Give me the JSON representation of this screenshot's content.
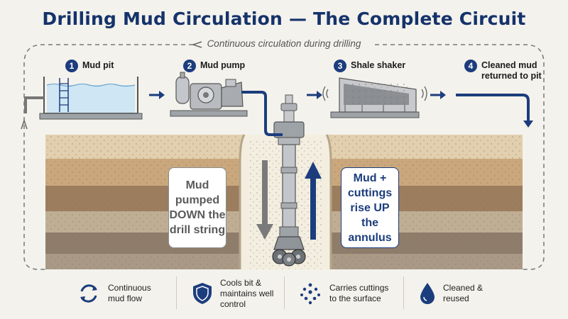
{
  "title": "Drilling Mud Circulation — The Complete Circuit",
  "subtitle": "Continuous circulation during drilling",
  "steps": [
    {
      "number": "1",
      "label": "Mud pit"
    },
    {
      "number": "2",
      "label": "Mud pump"
    },
    {
      "number": "3",
      "label": "Shale shaker"
    },
    {
      "number": "4",
      "label": "Cleaned mud returned to pit"
    }
  ],
  "callouts": {
    "down": "Mud pumped DOWN the drill string",
    "up": "Mud + cuttings rise UP the annulus"
  },
  "features": [
    {
      "icon": "circular-arrows-icon",
      "label": "Continuous mud flow"
    },
    {
      "icon": "shield-icon",
      "label": "Cools bit & maintains well control"
    },
    {
      "icon": "dots-icon",
      "label": "Carries cuttings to the surface"
    },
    {
      "icon": "droplet-icon",
      "label": "Cleaned & reused"
    }
  ],
  "colors": {
    "primary": "#1c3d7d",
    "mud_grey": "#7a7a7a",
    "fluid_blue": "#cfe6f4"
  }
}
